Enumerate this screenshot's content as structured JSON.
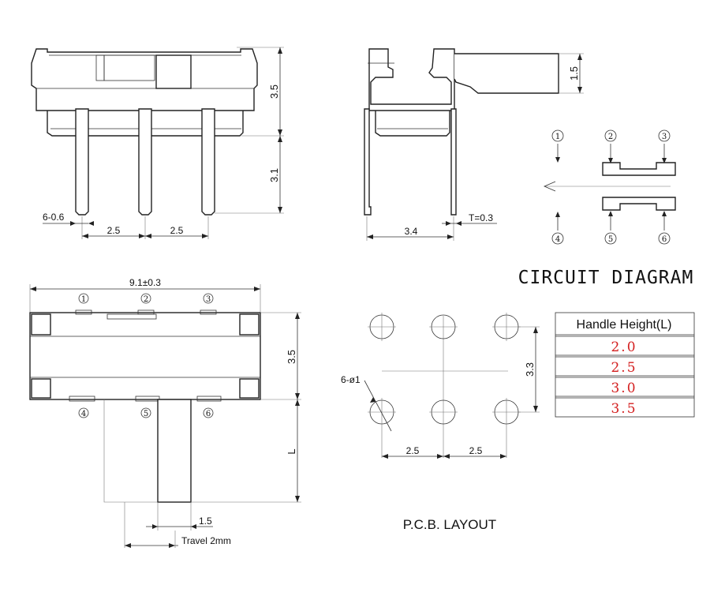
{
  "front_view": {
    "dim_height_top": "3.5",
    "dim_pin_length": "3.1",
    "dim_pin": "6-0.6",
    "dim_pitch_left": "2.5",
    "dim_pitch_right": "2.5"
  },
  "side_view": {
    "dim_handle": "1.5",
    "dim_width": "3.4",
    "dim_thickness": "T=0.3"
  },
  "circuit": {
    "title": "CIRCUIT DIAGRAM",
    "labels": [
      "1",
      "2",
      "3",
      "4",
      "5",
      "6"
    ]
  },
  "top_view": {
    "dim_length": "9.1±0.3",
    "dim_height": "3.5",
    "dim_handle": "L",
    "dim_handle_width": "1.5",
    "dim_travel": "Travel 2mm",
    "pin_labels_top": [
      "1",
      "2",
      "3"
    ],
    "pin_labels_bottom": [
      "4",
      "5",
      "6"
    ]
  },
  "pcb": {
    "title": "P.C.B. LAYOUT",
    "dim_holes": "6-ø1",
    "dim_row_spacing": "3.3",
    "dim_pitch_left": "2.5",
    "dim_pitch_right": "2.5"
  },
  "handle_table": {
    "header": "Handle Height(L)",
    "values": [
      "2.0",
      "2.5",
      "3.0",
      "3.5"
    ]
  },
  "colors": {
    "table_values": "#d42020",
    "lines": "#222222"
  }
}
